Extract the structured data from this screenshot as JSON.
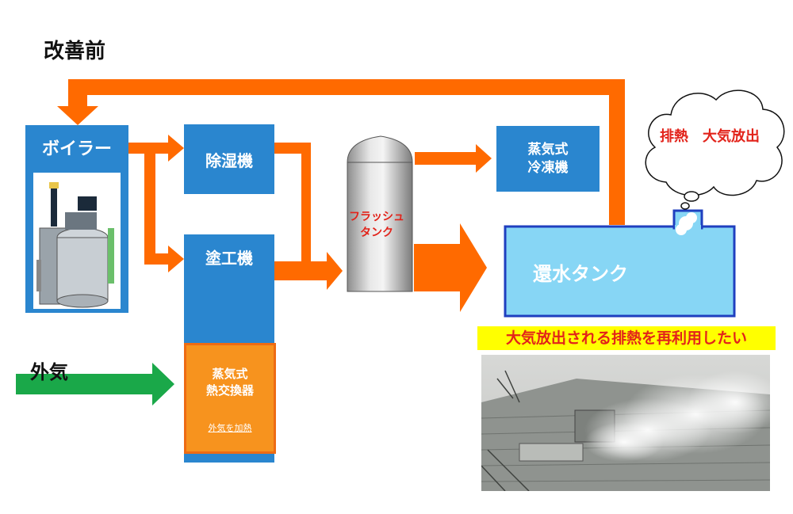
{
  "title": "改善前",
  "colors": {
    "box_blue": "#2a86cf",
    "arrow_orange": "#ff6a00",
    "arrow_green": "#1aa849",
    "heat_exchanger_orange": "#f7931e",
    "return_tank_fill": "#87d6f5",
    "return_tank_border": "#1f3fbf",
    "warning_red": "#e2231a",
    "banner_yellow": "#ffff00"
  },
  "nodes": {
    "boiler": "ボイラー",
    "dehumidifier": "除湿機",
    "coater": "塗工機",
    "heat_exchanger": "蒸気式\n熱交換器",
    "heat_exchanger_note": "外気を加熱",
    "refrigerator": "蒸気式\n冷凍機",
    "flash_tank": "フラッシュ\nタンク",
    "return_tank": "還水タンク",
    "outside_air": "外気"
  },
  "cloud_text": "排熱　大気放出",
  "banner_text": "大気放出される排熱を再利用したい",
  "icons": {
    "boiler": "boiler-machine-icon",
    "flash_tank": "cylindrical-tank-icon",
    "steam_cloud": "thought-cloud-icon",
    "photo": "steam-exhaust-photo"
  }
}
